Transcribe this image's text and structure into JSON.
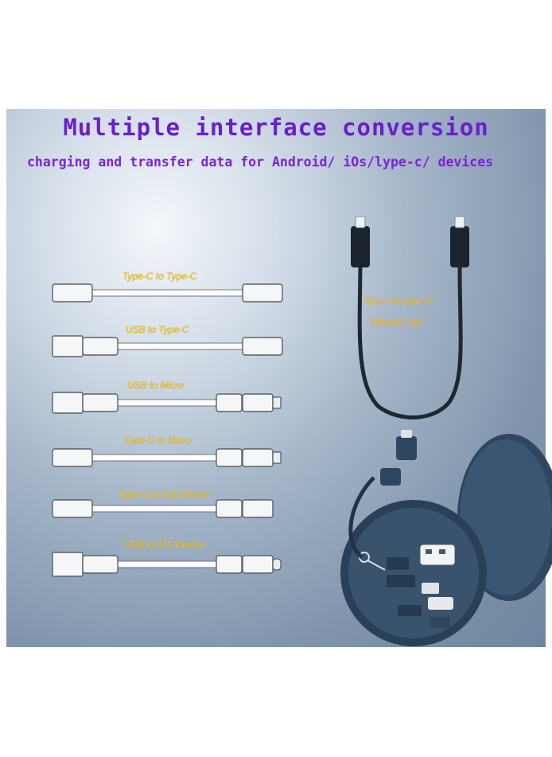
{
  "header": {
    "title": "Multiple interface conversion",
    "subtitle": "charging and transfer data for Android/ iOs/lype-c/ devices"
  },
  "cables": [
    {
      "label": "Type-C to Type-C"
    },
    {
      "label": "USB to Type-C"
    },
    {
      "label": "USB to Micro"
    },
    {
      "label": "Type-C to Micro"
    },
    {
      "label": "Type-C to iOS Device"
    },
    {
      "label": "USB to iOS Device"
    }
  ],
  "main_cable": {
    "label": "Type-Cto lype-C",
    "length": "29cm/11.4in"
  },
  "colors": {
    "title": "#6a1fcf",
    "labels": "#f2c530",
    "case": "#2e4660"
  }
}
